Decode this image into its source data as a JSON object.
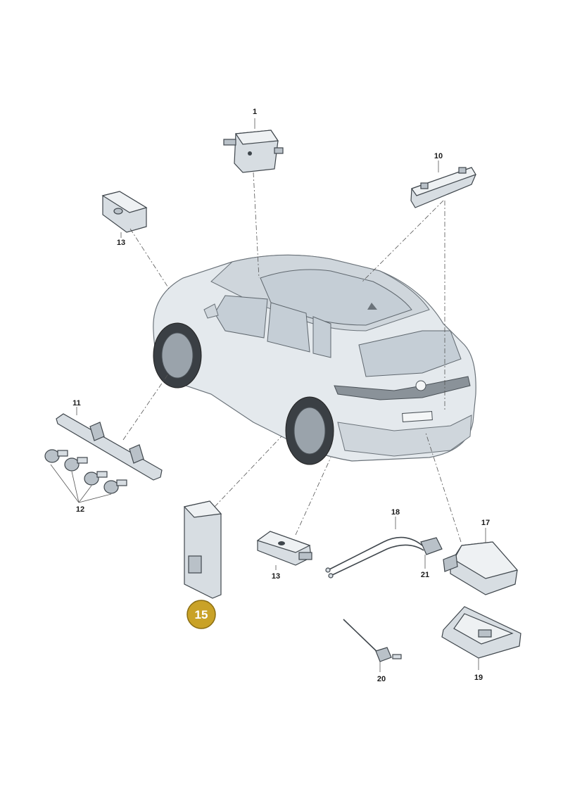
{
  "callouts": {
    "p1": "1",
    "p10": "10",
    "p13a": "13",
    "p11": "11",
    "p12": "12",
    "p15": "15",
    "p13b": "13",
    "p18": "18",
    "p17": "17",
    "p21": "21",
    "p20": "20",
    "p19": "19"
  },
  "colors": {
    "badge_fill": "#c9a227",
    "badge_stroke": "#8a6d12"
  }
}
